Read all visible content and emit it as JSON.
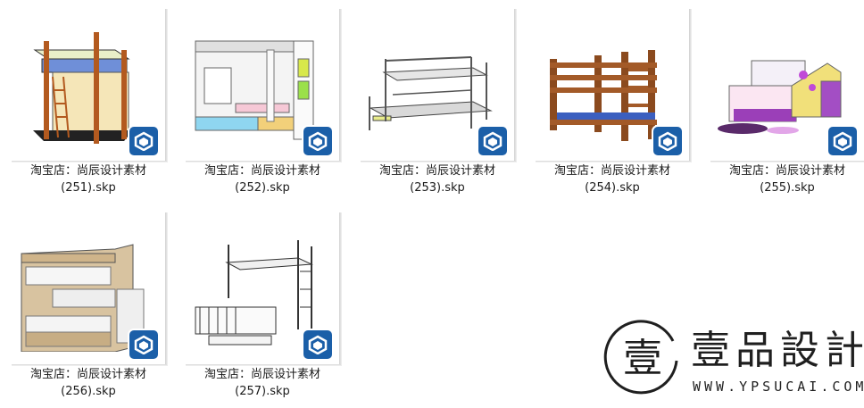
{
  "files": [
    {
      "line1": "淘宝店：尚辰设计素材",
      "line2": "(251).skp",
      "icon": "sketchup-icon"
    },
    {
      "line1": "淘宝店：尚辰设计素材",
      "line2": "(252).skp",
      "icon": "sketchup-icon"
    },
    {
      "line1": "淘宝店：尚辰设计素材",
      "line2": "(253).skp",
      "icon": "sketchup-icon"
    },
    {
      "line1": "淘宝店：尚辰设计素材",
      "line2": "(254).skp",
      "icon": "sketchup-icon"
    },
    {
      "line1": "淘宝店：尚辰设计素材",
      "line2": "(255).skp",
      "icon": "sketchup-icon"
    },
    {
      "line1": "淘宝店：尚辰设计素材",
      "line2": "(256).skp",
      "icon": "sketchup-icon"
    },
    {
      "line1": "淘宝店：尚辰设计素材",
      "line2": "(257).skp",
      "icon": "sketchup-icon"
    }
  ],
  "watermark": {
    "seal_char": "壹",
    "name": "壹品設計",
    "url": "WWW.YPSUCAI.COM"
  },
  "colors": {
    "sketchup_blue": "#1b5fa8",
    "wood_brown": "#8b4a1e",
    "text": "#1a1a1a"
  }
}
